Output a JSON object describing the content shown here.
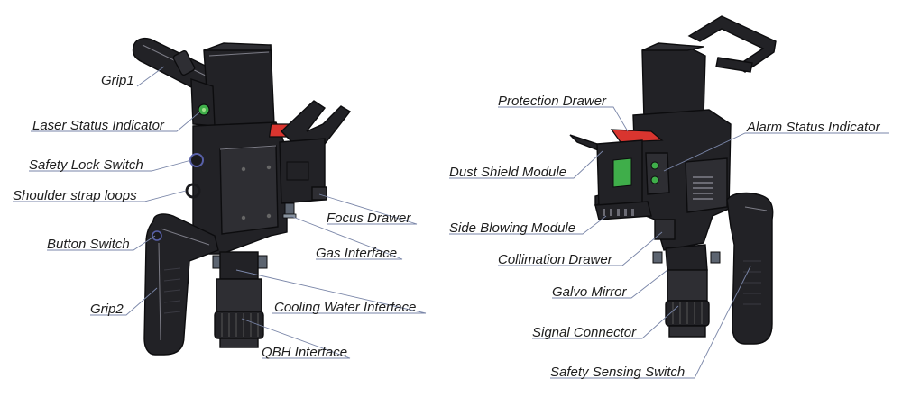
{
  "colors": {
    "body": "#222226",
    "protection_drawer": "#d9352f",
    "status_green": "#3fae4a",
    "leader_line": "#7a86a8",
    "label_text": "#1e1e1e"
  },
  "left_view": {
    "labels": {
      "grip1": "Grip1",
      "laser_status_indicator": "Laser Status Indicator",
      "safety_lock_switch": "Safety Lock Switch",
      "shoulder_strap_loops": "Shoulder strap loops",
      "button_switch": "Button Switch",
      "grip2": "Grip2",
      "focus_drawer": "Focus Drawer",
      "gas_interface": "Gas Interface",
      "cooling_water_interface": "Cooling Water Interface",
      "qbh_interface": "QBH Interface"
    }
  },
  "right_view": {
    "labels": {
      "protection_drawer": "Protection Drawer",
      "alarm_status_indicator": "Alarm Status Indicator",
      "dust_shield_module": "Dust Shield Module",
      "side_blowing_module": "Side Blowing Module",
      "collimation_drawer": "Collimation Drawer",
      "galvo_mirror": "Galvo Mirror",
      "signal_connector": "Signal Connector",
      "safety_sensing_switch": "Safety Sensing Switch"
    }
  }
}
